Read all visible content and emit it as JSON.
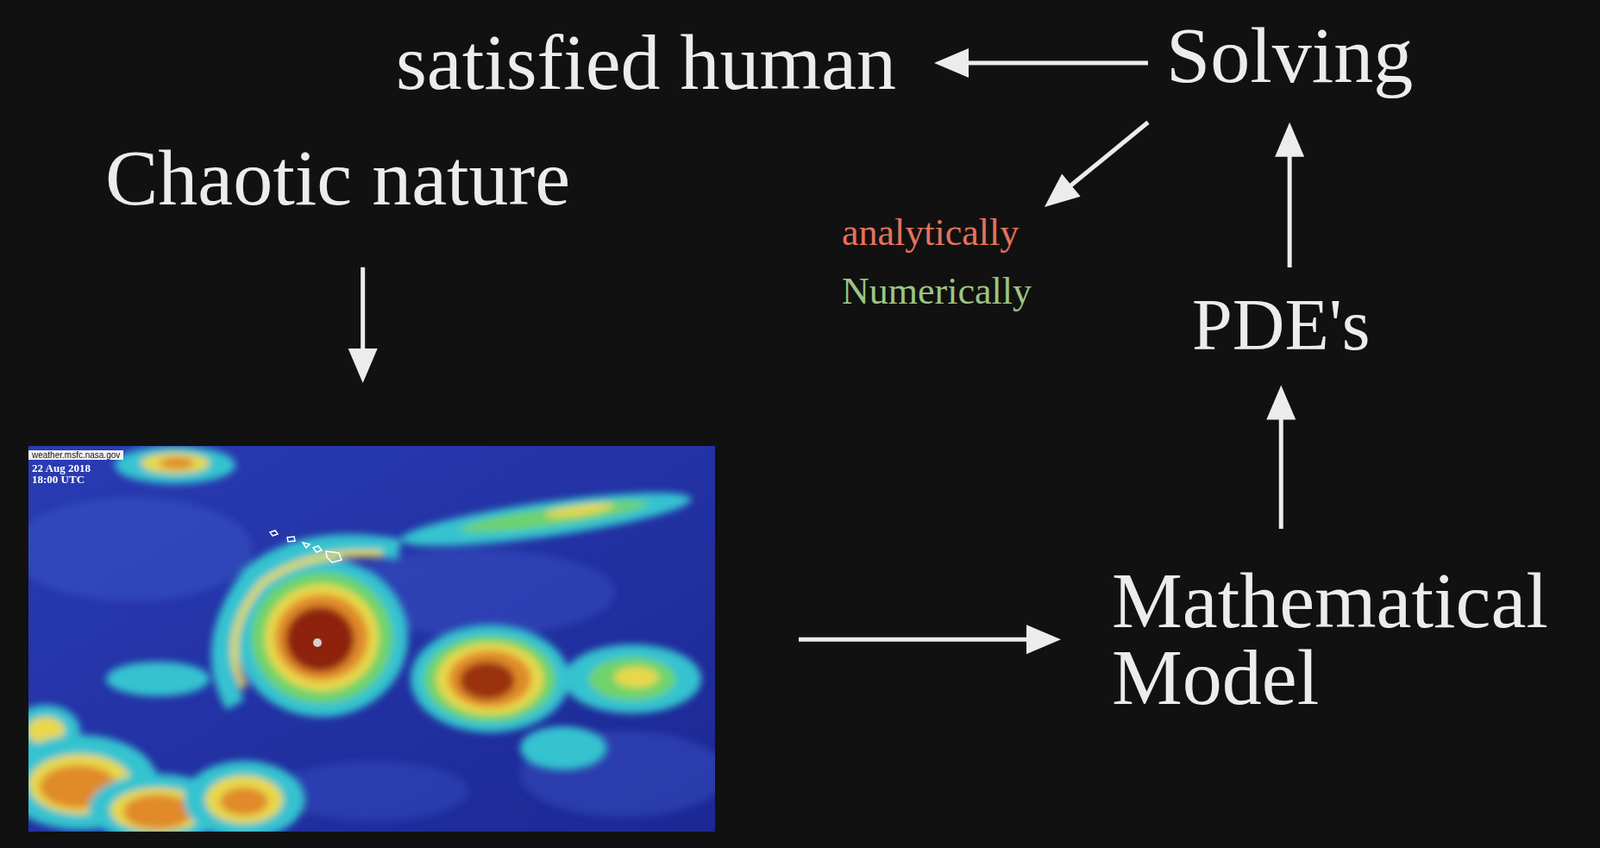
{
  "diagram": {
    "nodes": [
      {
        "text": [
          "satisfied human"
        ]
      },
      {
        "text": [
          "Solving"
        ]
      },
      {
        "text": [
          "Chaotic nature"
        ]
      },
      {
        "text": [
          "analytically",
          "Numerically"
        ]
      },
      {
        "text": [
          "PDE's"
        ]
      },
      {
        "text": [
          "weather.msfc.nasa.gov",
          "22 Aug 2018 18:00 UTC"
        ]
      },
      {
        "text": [
          "Mathematical Model"
        ]
      }
    ],
    "edges": [
      {
        "from": 1,
        "to": 0,
        "arrow": "to"
      },
      {
        "from": 1,
        "to": 3,
        "arrow": "to"
      },
      {
        "from": 2,
        "to": 5,
        "arrow": "to"
      },
      {
        "from": 5,
        "to": 6,
        "arrow": "to"
      },
      {
        "from": 6,
        "to": 4,
        "arrow": "to"
      },
      {
        "from": 4,
        "to": 1,
        "arrow": "to"
      }
    ]
  }
}
